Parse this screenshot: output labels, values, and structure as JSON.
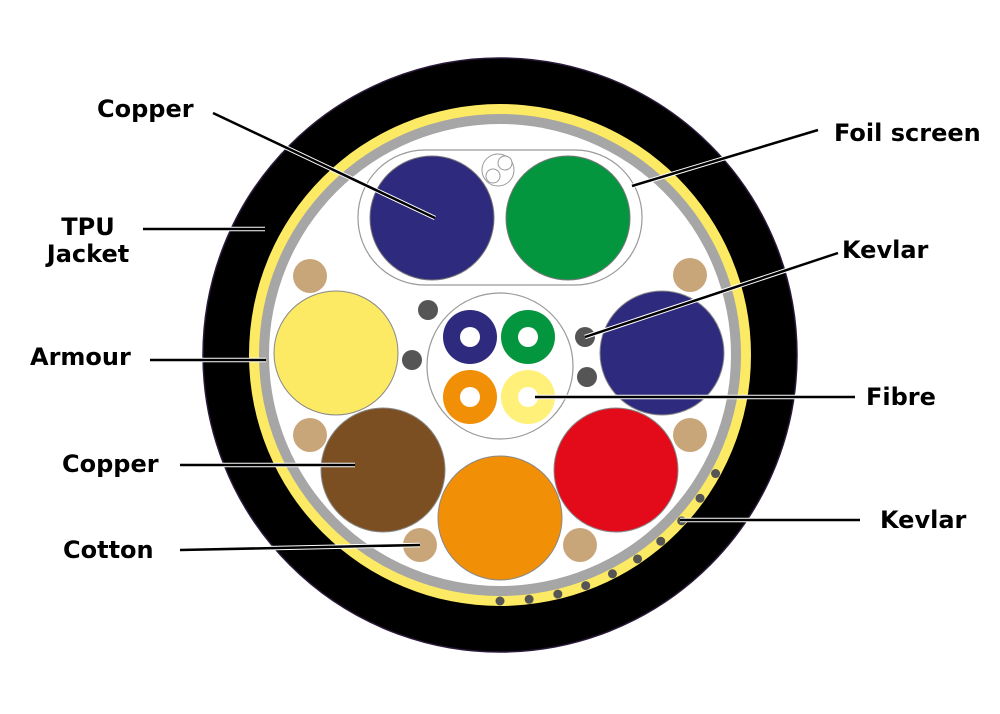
{
  "labels": {
    "copper_top": "Copper",
    "foil_screen": "Foil screen",
    "tpu_line1": "TPU",
    "tpu_line2": "Jacket",
    "kevlar_top": "Kevlar",
    "armour": "Armour",
    "fibre": "Fibre",
    "copper_bottom": "Copper",
    "kevlar_bottom": "Kevlar",
    "cotton": "Cotton"
  },
  "colors": {
    "jacket": "#000000",
    "armour": "#fdea64",
    "foil": "#a6a6a6",
    "kevlar": "#555555",
    "cotton": "#c9a57a",
    "navy": "#2e2a7e",
    "green": "#03963f",
    "yellow": "#fdea64",
    "brown": "#7b4f22",
    "orange": "#f18f07",
    "red": "#e30b1a",
    "fibre_yellow": "#fff07a"
  }
}
